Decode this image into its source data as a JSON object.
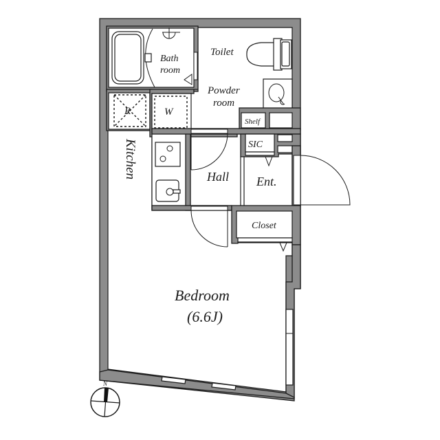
{
  "floorplan": {
    "rooms": {
      "bath": {
        "line1": "Bath",
        "line2": "room"
      },
      "toilet": "Toilet",
      "powder": {
        "line1": "Powder",
        "line2": "room"
      },
      "refrigerator": "R",
      "washer": "W",
      "shelf": "Shelf",
      "sic": "SIC",
      "kitchen": "Kitchen",
      "hall": "Hall",
      "entrance": "Ent.",
      "closet": "Closet",
      "bedroom": {
        "name": "Bedroom",
        "size": "(6.6J)"
      }
    },
    "compass": {
      "north_label": "N"
    }
  }
}
